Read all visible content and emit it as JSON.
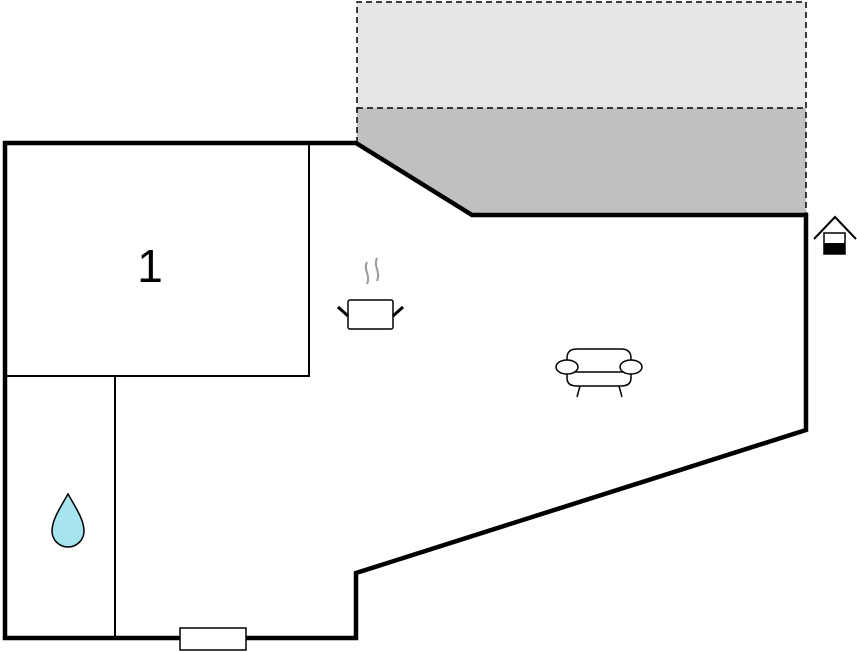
{
  "floorplan": {
    "rooms": [
      {
        "label": "1",
        "type": "bedroom"
      },
      {
        "label": "",
        "type": "bathroom",
        "icon": "water-drop-icon"
      },
      {
        "label": "",
        "type": "living-kitchen",
        "icons": [
          "cooking-pot-icon",
          "sofa-icon"
        ]
      }
    ],
    "outdoor_areas": [
      "terrace-light",
      "terrace-dark"
    ],
    "entrance_icon": "entrance-house-icon",
    "colors": {
      "wall": "#000000",
      "terrace_light": "#e6e6e6",
      "terrace_dark": "#c0c0c0",
      "water": "#a6e4f0",
      "steam": "#999999"
    }
  }
}
